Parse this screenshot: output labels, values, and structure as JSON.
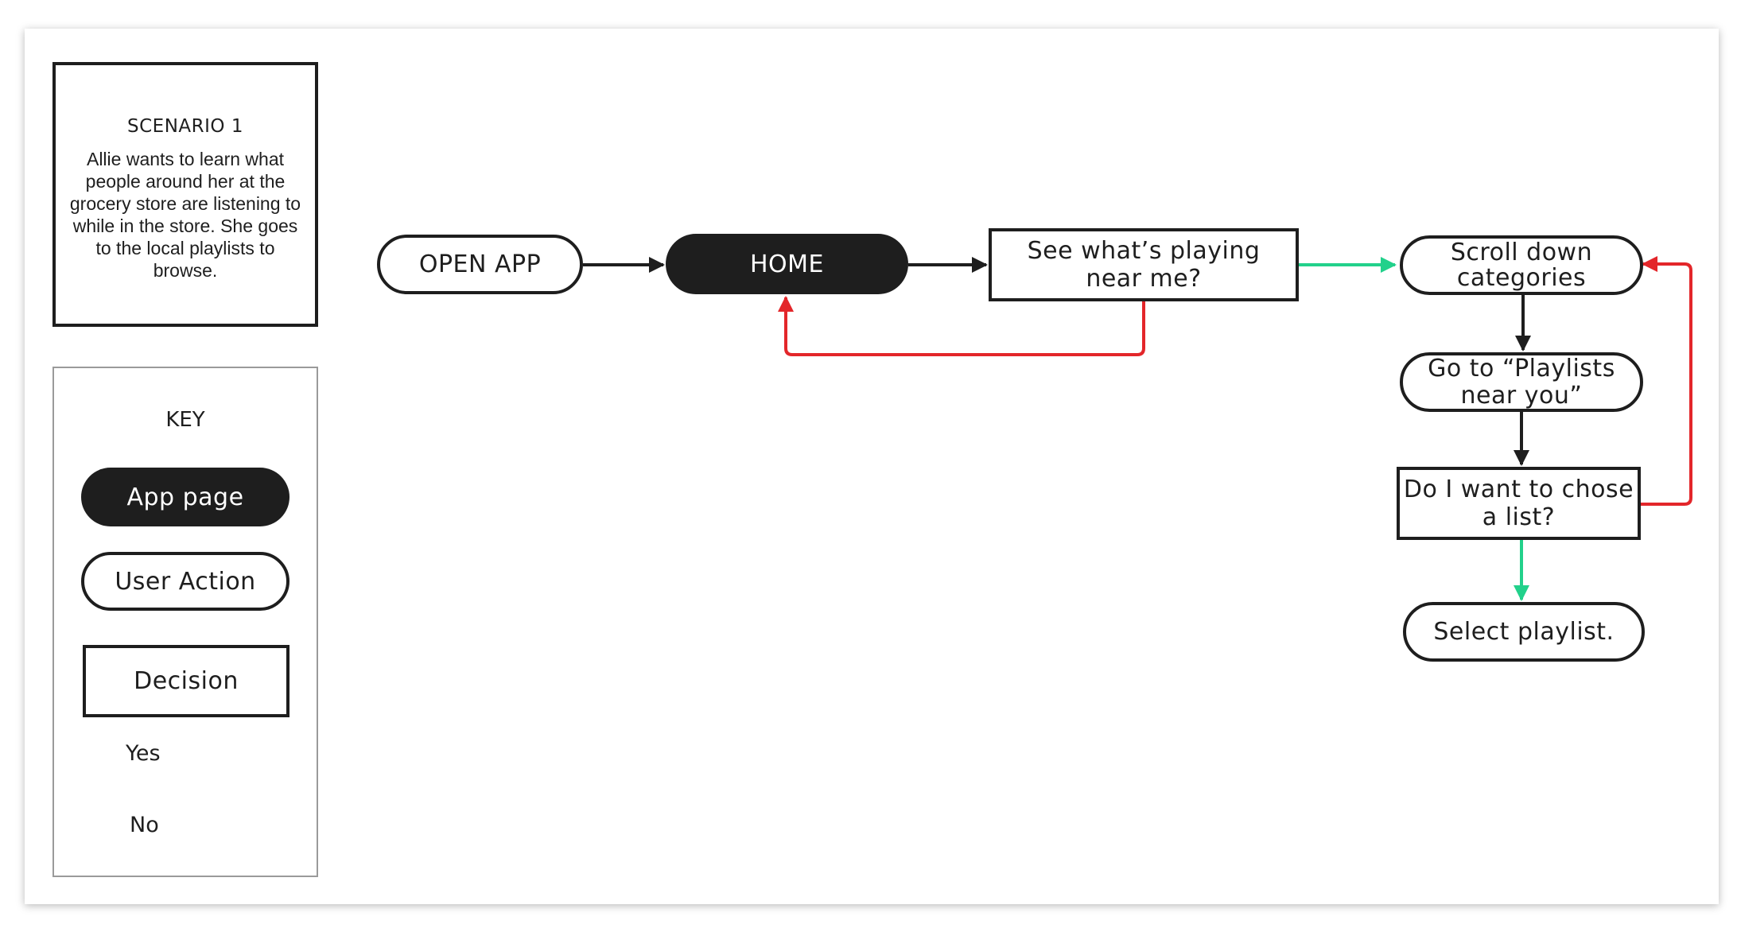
{
  "scenario": {
    "title": "SCENARIO 1",
    "description": "Allie wants to learn what people around her at the grocery store are listening to while in the store. She goes to the local playlists to browse."
  },
  "key": {
    "title": "KEY",
    "app_page": "App page",
    "user_action": "User Action",
    "decision": "Decision",
    "yes": "Yes",
    "no": "No"
  },
  "nodes": {
    "open_app": "OPEN APP",
    "home": "HOME",
    "see_playing": "See what’s playing near me?",
    "scroll_down": "Scroll down categories",
    "go_to_playlists": "Go to “Playlists near you”",
    "want_list": "Do I want to chose a list?",
    "select_playlist": "Select playlist."
  },
  "colors": {
    "ink": "#1e1e1e",
    "yes": "#22d18b",
    "no": "#e3262a",
    "key_yes": "#1fe060"
  }
}
